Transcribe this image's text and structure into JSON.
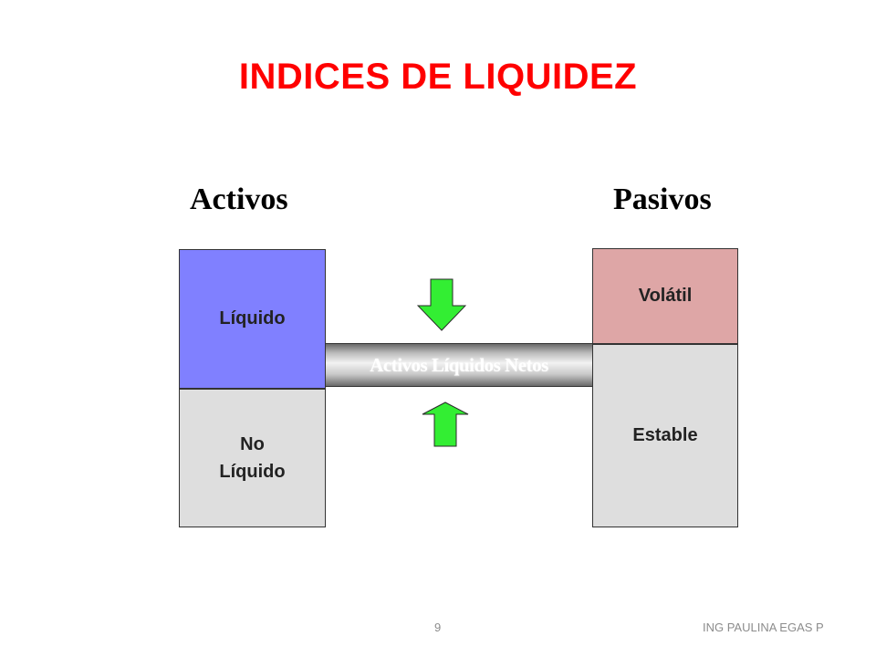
{
  "title": "INDICES DE LIQUIDEZ",
  "headings": {
    "left": "Activos",
    "right": "Pasivos"
  },
  "assets": {
    "liquid": "Líquido",
    "non_liquid_line1": "No",
    "non_liquid_line2": "Líquido"
  },
  "liabilities": {
    "volatile": "Volátil",
    "stable": "Estable"
  },
  "bridge": {
    "label": "Activos Líquidos Netos"
  },
  "colors": {
    "title": "#ff0000",
    "liquid_box": "#8080ff",
    "volatile_box": "#dea6a6",
    "neutral_box": "#dedede",
    "arrow": "#33ee33"
  },
  "icons": {
    "down": "arrow-down-icon",
    "up": "arrow-up-icon"
  },
  "footer": {
    "page_number": "9",
    "author": "ING PAULINA EGAS P"
  }
}
